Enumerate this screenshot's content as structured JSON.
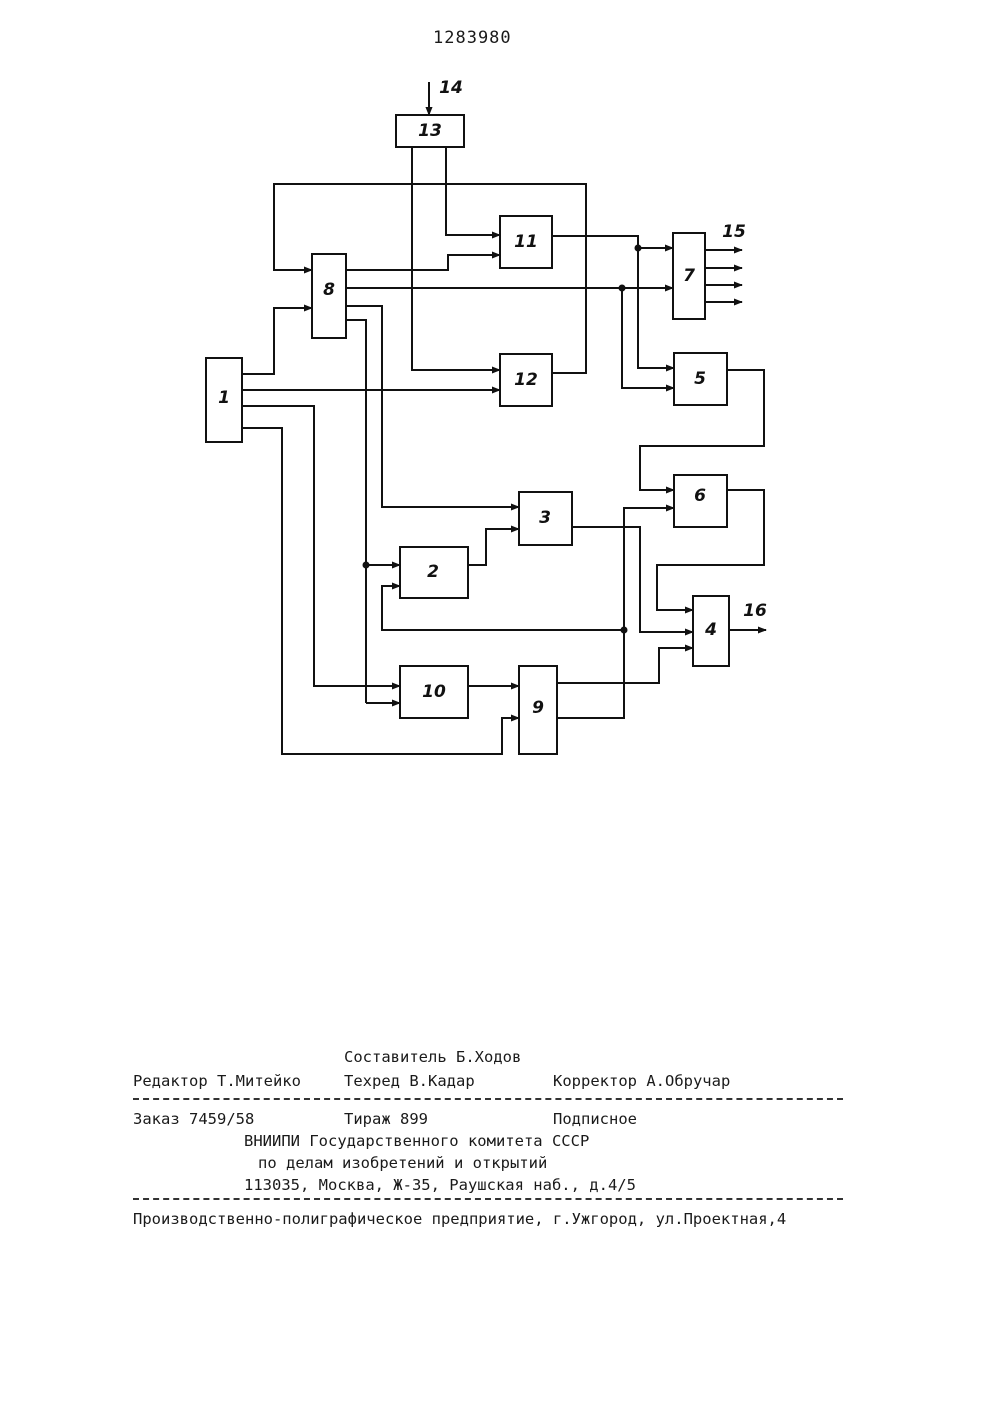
{
  "patent_number": "1283980",
  "diagram": {
    "blocks": [
      {
        "id": "1",
        "label": "1"
      },
      {
        "id": "2",
        "label": "2"
      },
      {
        "id": "3",
        "label": "3"
      },
      {
        "id": "4",
        "label": "4"
      },
      {
        "id": "5",
        "label": "5"
      },
      {
        "id": "6",
        "label": "6"
      },
      {
        "id": "7",
        "label": "7"
      },
      {
        "id": "8",
        "label": "8"
      },
      {
        "id": "9",
        "label": "9"
      },
      {
        "id": "10",
        "label": "10"
      },
      {
        "id": "11",
        "label": "11"
      },
      {
        "id": "12",
        "label": "12"
      },
      {
        "id": "13",
        "label": "13"
      }
    ],
    "terminals": [
      {
        "id": "14",
        "label": "14"
      },
      {
        "id": "15",
        "label": "15"
      },
      {
        "id": "16",
        "label": "16"
      }
    ]
  },
  "colophon": {
    "compiler": "Составитель Б.Ходов",
    "editor": "Редактор Т.Митейко",
    "techeditor": "Техред В.Кадар",
    "corrector": "Корректор А.Обручар",
    "order": "Заказ 7459/58",
    "circulation": "Тираж 899",
    "subscription": "Подписное",
    "org1": "ВНИИПИ Государственного комитета СССР",
    "org2": "по делам изобретений и открытий",
    "address": "113035, Москва, Ж-35, Раушская наб., д.4/5",
    "printer": "Производственно-полиграфическое предприятие, г.Ужгород, ул.Проектная,4"
  }
}
